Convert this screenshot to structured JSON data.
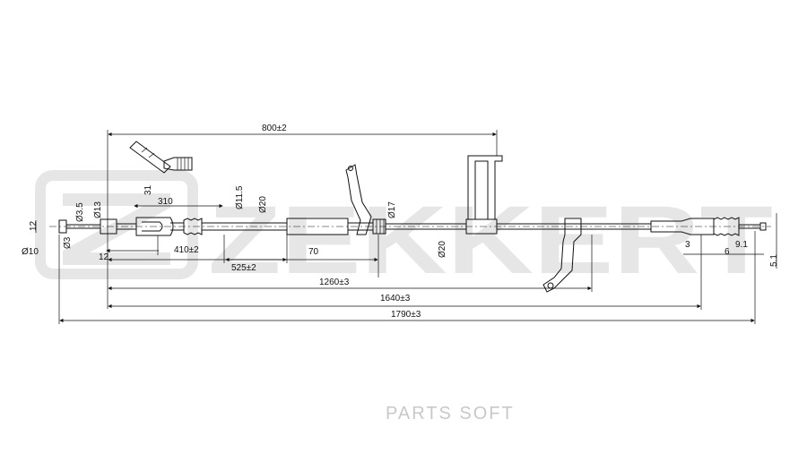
{
  "watermark": {
    "brand": "ZEKKERT",
    "footer": "PARTS SOFT"
  },
  "dimensions": {
    "d800": "800±2",
    "d31": "31",
    "d310": "310",
    "d11_5": "Ø11.5",
    "d20a": "Ø20",
    "d17": "Ø17",
    "d12a": "12",
    "d3_5": "Ø3.5",
    "d13": "Ø13",
    "d10": "Ø10",
    "d3": "Ø3",
    "d12b": "12",
    "d410": "410±2",
    "d70": "70",
    "d20b": "Ø20",
    "d525": "525±2",
    "d1260": "1260±3",
    "d1640": "1640±3",
    "d1790": "1790±3",
    "d3b": "3",
    "d6": "6",
    "d9_1": "9.1",
    "d5_1": "5.1"
  }
}
